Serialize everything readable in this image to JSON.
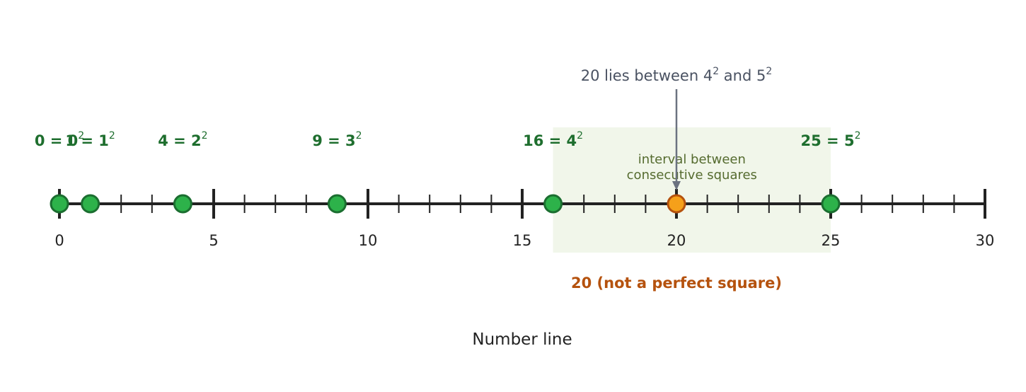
{
  "figure": {
    "xlabel": "Number line",
    "axis": {
      "min": 0,
      "max": 30,
      "major_step": 5,
      "minor_step": 1
    },
    "tick_labels": [
      "0",
      "5",
      "10",
      "15",
      "20",
      "25",
      "30"
    ],
    "perfect_squares": [
      {
        "value": 0,
        "label": "0 = 0",
        "exp": "2"
      },
      {
        "value": 1,
        "label": "1 = 1",
        "exp": "2"
      },
      {
        "value": 4,
        "label": "4 = 2",
        "exp": "2"
      },
      {
        "value": 9,
        "label": "9 = 3",
        "exp": "2"
      },
      {
        "value": 16,
        "label": "16 = 4",
        "exp": "2"
      },
      {
        "value": 25,
        "label": "25 = 5",
        "exp": "2"
      }
    ],
    "highlight_interval": {
      "from": 16,
      "to": 25,
      "label_line1": "interval between",
      "label_line2": "consecutive squares"
    },
    "target": {
      "value": 20,
      "label": "20 (not a perfect square)"
    },
    "annotation": {
      "text_parts": [
        "20 lies between 4",
        "2",
        " and 5",
        "2"
      ]
    },
    "colors": {
      "axis": "#222222",
      "square_fill": "#2db24a",
      "square_stroke": "#1b6e30",
      "square_label": "#1e6e2e",
      "target_fill": "#f5a01a",
      "target_stroke": "#b5520e",
      "target_label": "#b5520e",
      "interval_fill": "#f1f6ea",
      "interval_label": "#556b2f",
      "annotation_text": "#4a5262",
      "annotation_arrow": "#6b7280"
    }
  }
}
